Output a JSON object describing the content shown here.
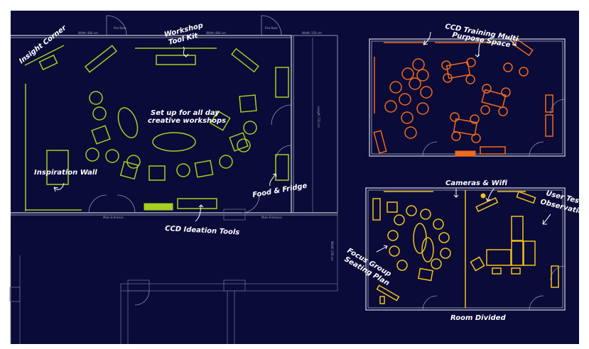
{
  "labels": {
    "insight_corner": "Insight Corner",
    "workshop_tool_kit_1": "Workshop",
    "workshop_tool_kit_2": "Tool Kit",
    "setup_1": "Set up for all day",
    "setup_2": "creative workshops",
    "inspiration_wall": "Inspiration Wall",
    "food_fridge": "Food & Fridge",
    "ideation_tools": "CCD Ideation Tools",
    "training_1": "CCD Training Multi",
    "training_2": "Purpose Space",
    "cameras_wifi": "Cameras & Wifi",
    "user_testing_1": "User Testing",
    "user_testing_2": "Observation",
    "focus_group_1": "Focus Group",
    "focus_group_2": "Seating Plan",
    "room_divided": "Room Divided"
  },
  "annotations": {
    "fire_door": "Fire Door",
    "width_460": "Width 460 cm",
    "width_150": "Width 150 cm",
    "length_733": "Length 733 cm",
    "main_entrance": "Main Entrance",
    "width_150_v": "Width 150 cm"
  },
  "colors": {
    "background": "#0a0b38",
    "walls": "#8e93ad",
    "workshop_green": "#a6cf1f",
    "training_orange": "#f26a1b",
    "testing_yellow": "#f2c21b",
    "annotation_white": "#ffffff"
  }
}
